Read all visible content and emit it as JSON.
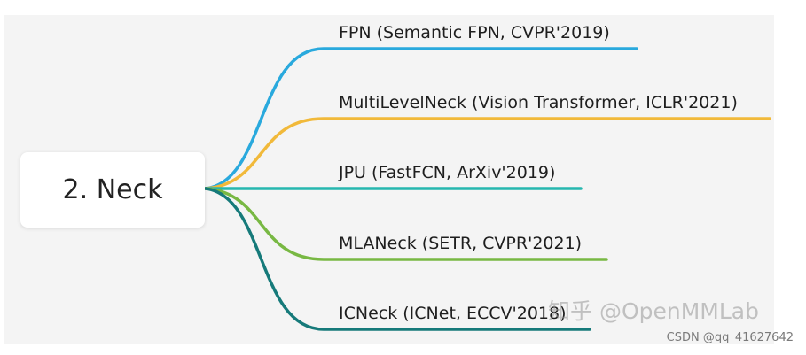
{
  "root": {
    "label": "2. Neck"
  },
  "branches": [
    {
      "label": "FPN (Semantic FPN, CVPR'2019)",
      "color": "#29a9dd"
    },
    {
      "label": "MultiLevelNeck (Vision Transformer, ICLR'2021)",
      "color": "#f1b93a"
    },
    {
      "label": "JPU (FastFCN, ArXiv'2019)",
      "color": "#26b7af"
    },
    {
      "label": "MLANeck (SETR, CVPR'2021)",
      "color": "#78b843"
    },
    {
      "label": "ICNeck (ICNet, ECCV'2018)",
      "color": "#167a7a"
    }
  ],
  "watermarks": {
    "zhihu": "知乎 @OpenMMLab",
    "csdn": "CSDN @qq_41627642"
  }
}
